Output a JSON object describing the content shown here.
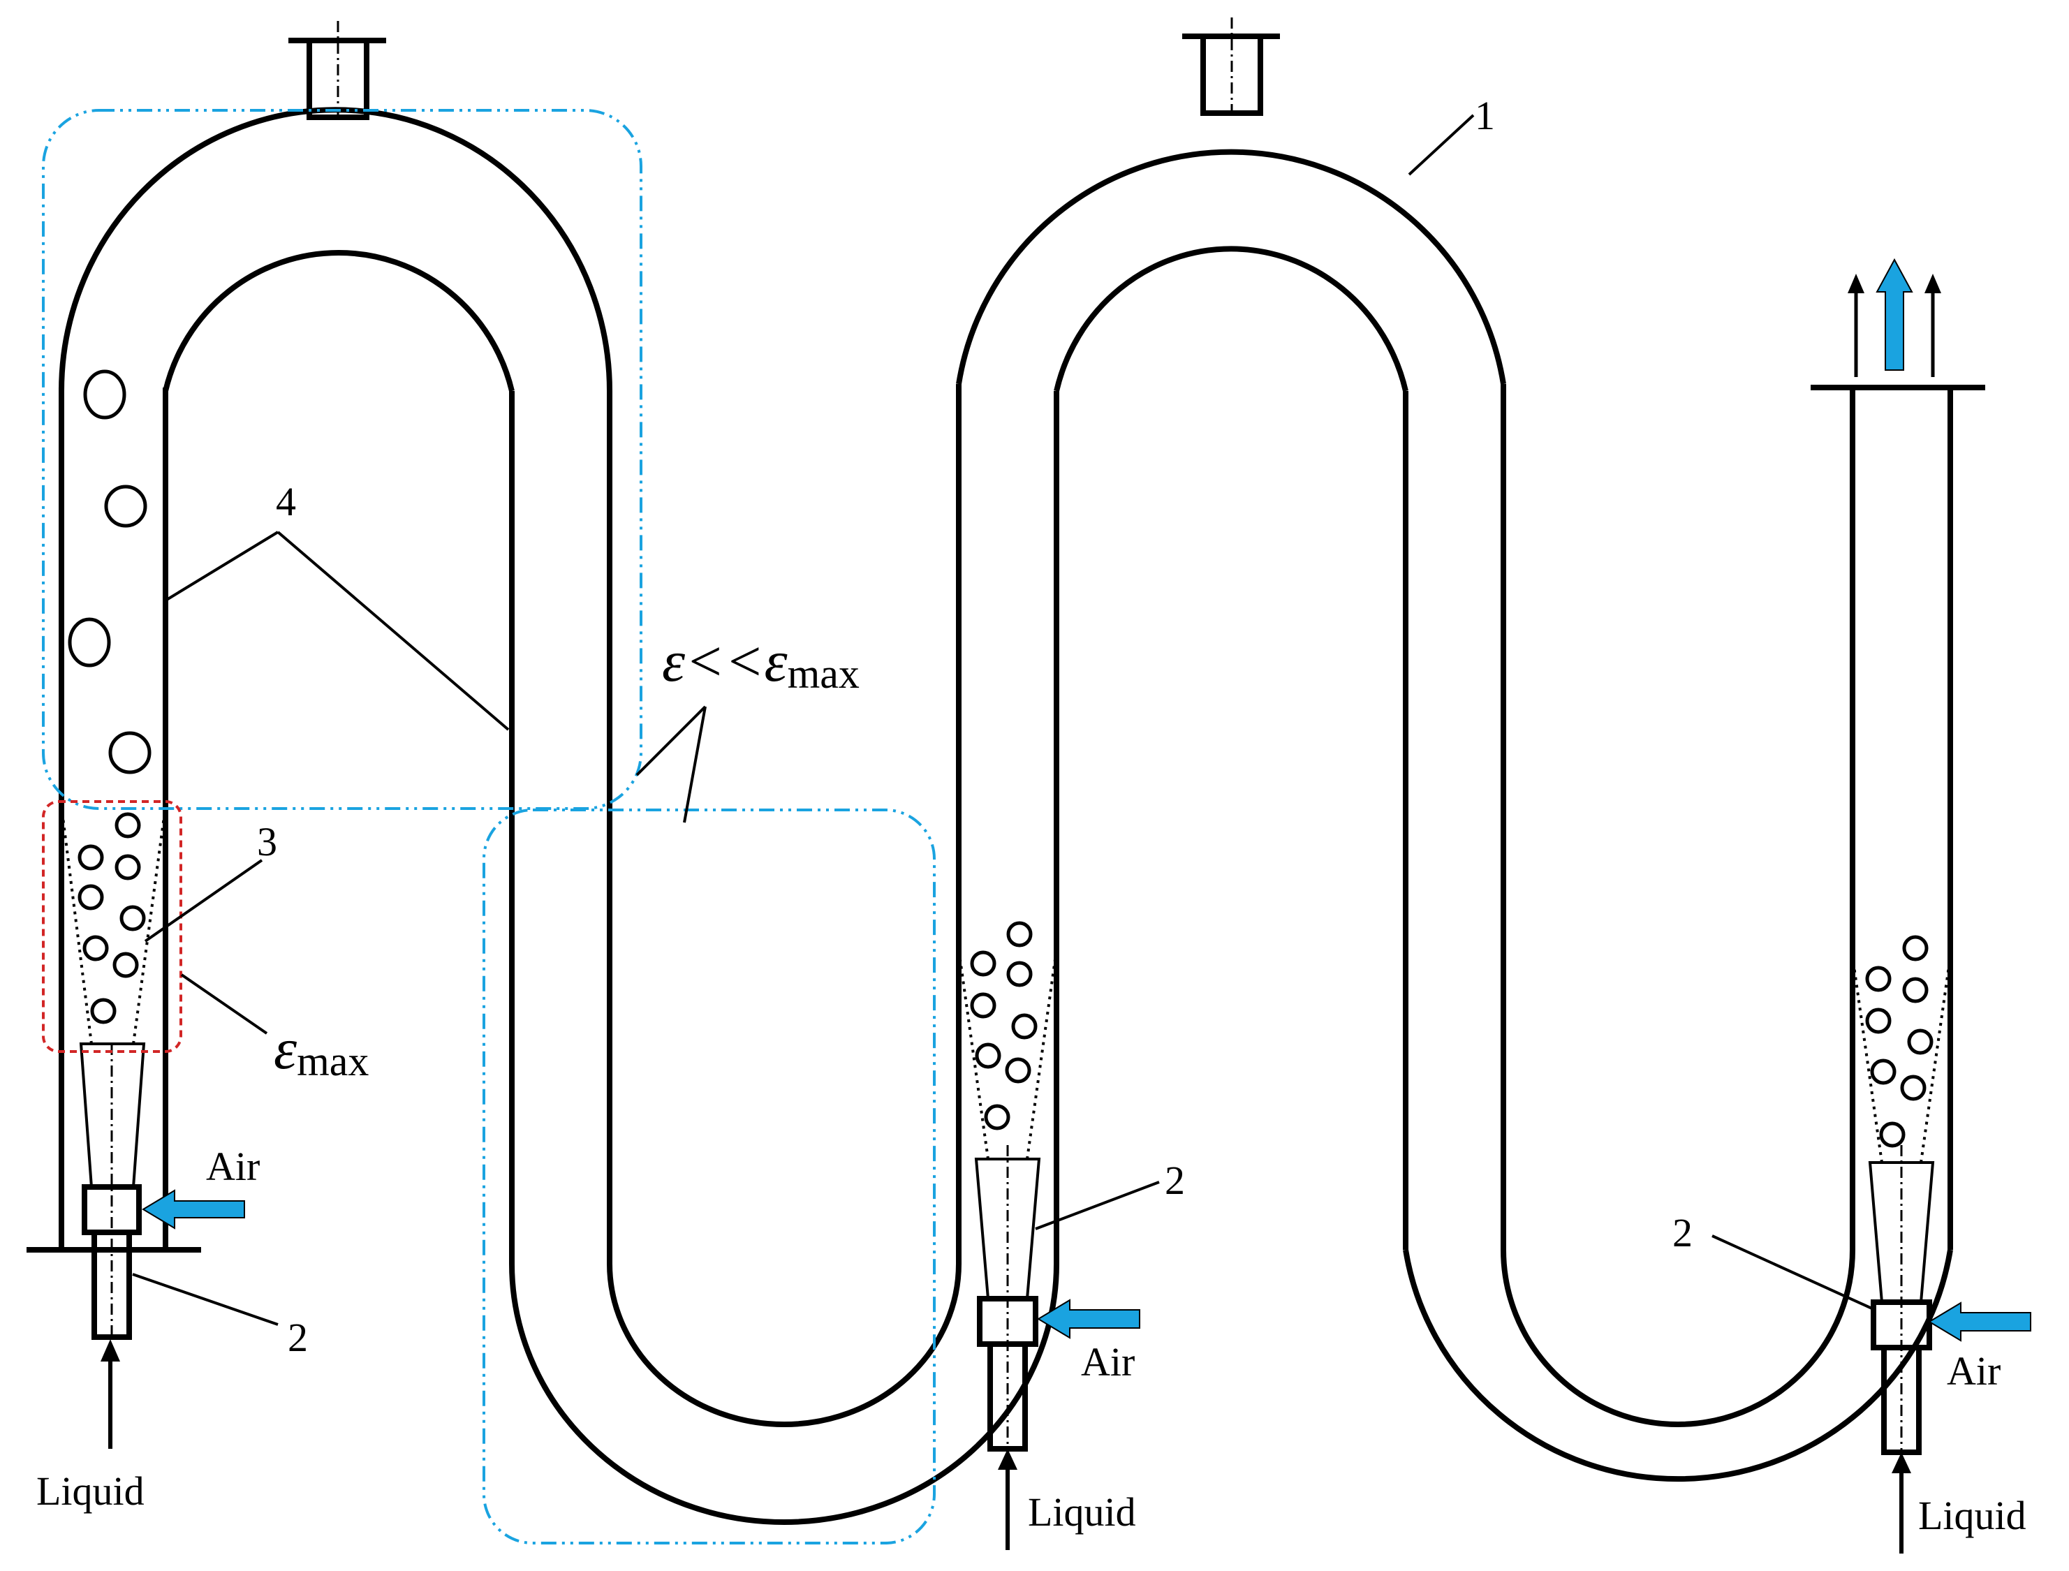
{
  "labels": {
    "num_1": "1",
    "num_2_left": "2",
    "num_2_mid": "2",
    "num_2_right": "2",
    "num_3": "3",
    "num_4": "4",
    "air": "Air",
    "liquid": "Liquid",
    "eps_main": "ε<<ε",
    "eps_main_sub": "max",
    "eps_max": "ε",
    "eps_max_sub": "max"
  },
  "colors": {
    "air_arrow": "#1aa3e0",
    "zone_outline": "#1aa3e0",
    "ejector_zone_outline": "#d22626",
    "line": "#000000"
  },
  "icons": {
    "air_inlet": "blue-arrow-right-icon",
    "outlet": "blue-arrow-up-icon",
    "liquid_inlet": "black-arrow-up-icon"
  }
}
